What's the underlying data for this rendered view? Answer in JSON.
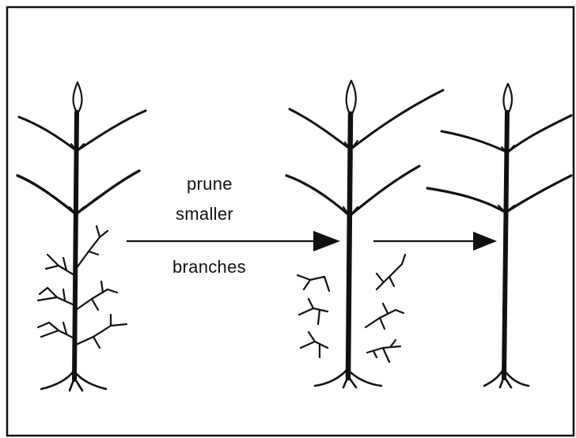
{
  "diagram": {
    "caption_lines": [
      "prune",
      "smaller",
      "branches"
    ],
    "ink_color": "#111111",
    "stages": [
      {
        "name": "before-pruning"
      },
      {
        "name": "smaller-branches-removed"
      },
      {
        "name": "after-pruning"
      }
    ]
  }
}
